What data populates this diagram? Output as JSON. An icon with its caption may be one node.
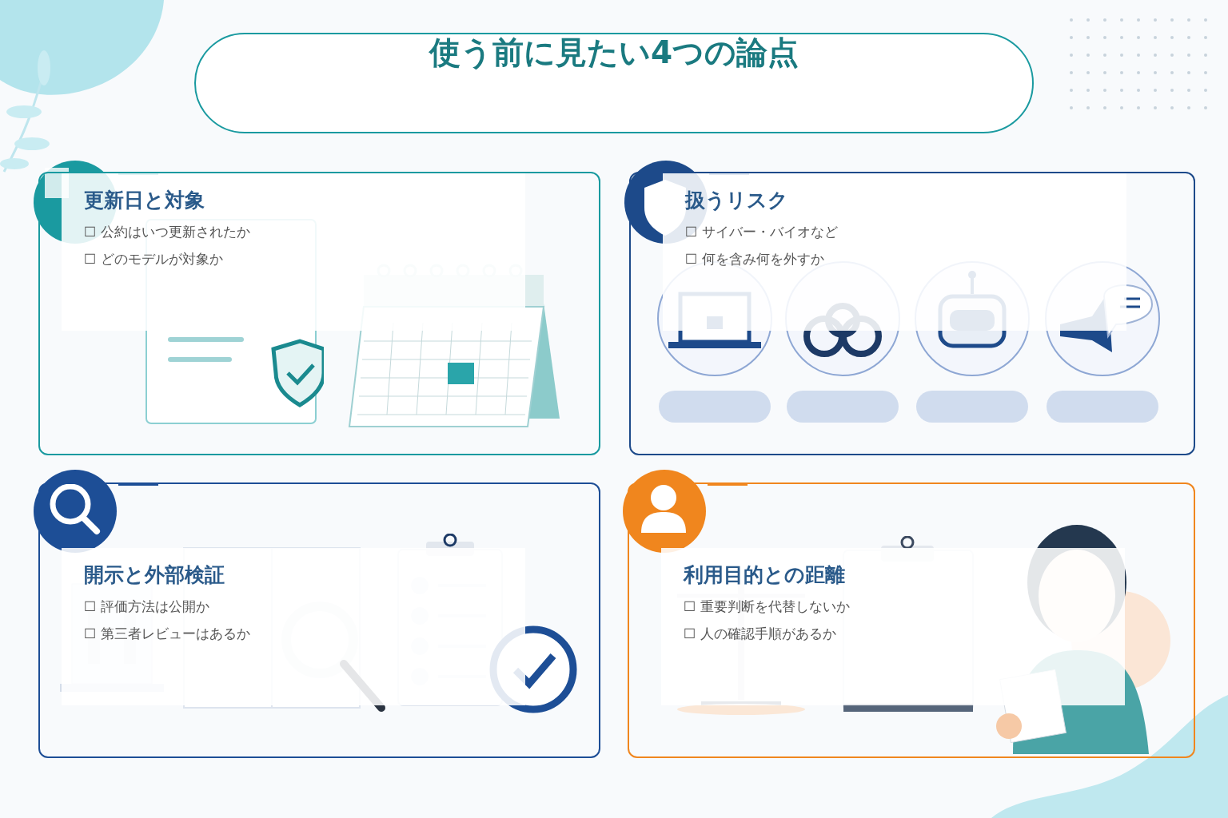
{
  "diagram": {
    "nodes": [
      {
        "text": [
          "使う前に見たい4つの論点"
        ]
      },
      {
        "text": [
          "更新日と対象",
          "☐ 公約はいつ更新されたか",
          "☐ どのモデルが対象か"
        ]
      },
      {
        "text": [
          "扱うリスク",
          "☐ サイバー・バイオなど",
          "☐ 何を含み何を外すか"
        ]
      },
      {
        "text": [
          "開示と外部検証",
          "☐ 評価方法は公開か",
          "☐ 第三者レビューはあるか"
        ]
      },
      {
        "text": [
          "利用目的との距離",
          "☐ 重要判断を代替しないか",
          "☐ 人の確認手順があるか"
        ]
      }
    ]
  }
}
